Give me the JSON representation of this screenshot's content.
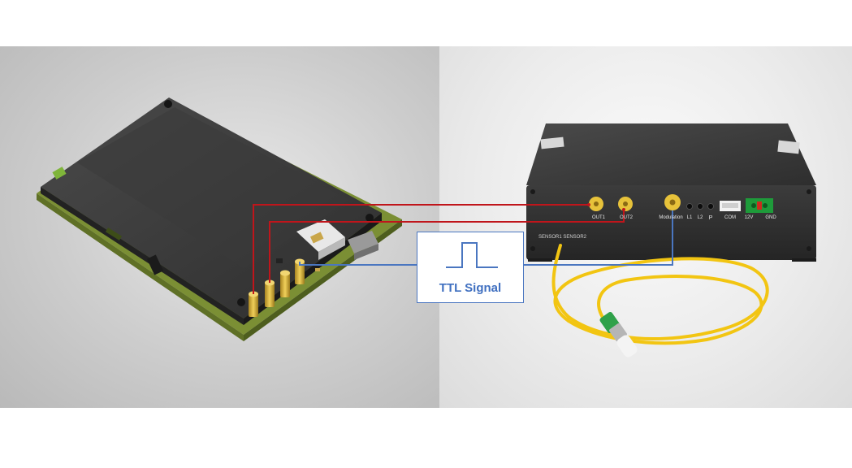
{
  "signal_label": "TTL Signal",
  "device_ports": {
    "out1": "OUT1",
    "out2": "OUT2",
    "modulation": "Modulation",
    "l1": "L1",
    "l2": "L2",
    "p": "P",
    "com": "COM",
    "v12": "12V",
    "gnd": "GND"
  },
  "sensor_label": "SENSOR1 SENSOR2",
  "colors": {
    "red_line": "#c0151b",
    "blue_line": "#4a76c0",
    "fiber": "#f2c512",
    "connector_gold": "#d9b233",
    "board_pcb": "#6b8c2e",
    "terminal_green": "#1e9b3a"
  }
}
